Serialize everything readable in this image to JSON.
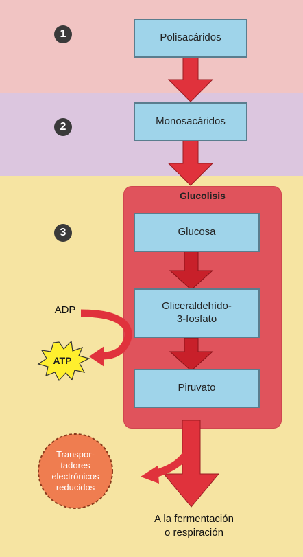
{
  "steps": [
    "1",
    "2",
    "3"
  ],
  "boxes": {
    "polysaccharides": "Polisacáridos",
    "monosaccharides": "Monosacáridos",
    "glucose": "Glucosa",
    "glyceraldehyde": "Gliceraldehído-\n3-fosfato",
    "pyruvate": "Piruvato"
  },
  "glycolysis_title": "Glucolisis",
  "adp": "ADP",
  "atp": "ATP",
  "carriers": "Transpor-\ntadores\nelectrónicos\nreducidos",
  "outcome": "A la fermentación\no respiración",
  "colors": {
    "arrow": "#e0323c",
    "box_fill": "#9fd4ea",
    "glycolysis_fill": "#e0535c",
    "atp_star": "#ffef2e",
    "carrier_fill": "#ef7d50"
  }
}
